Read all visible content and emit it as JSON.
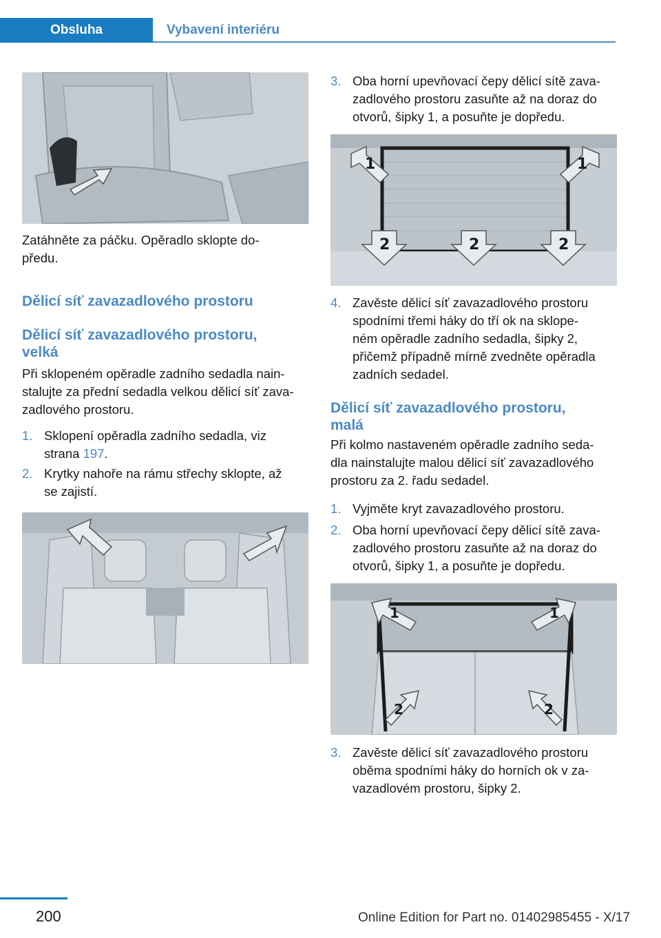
{
  "header": {
    "tab_active": "Obsluha",
    "tab_section": "Vybavení interiéru"
  },
  "left": {
    "caption": "Zatáhněte za páčku. Opěradlo sklopte do-\npředu.",
    "heading_main": "Dělicí síť zavazadlového prostoru",
    "heading_sub_line1": "Dělicí síť zavazadlového prostoru,",
    "heading_sub_line2": "velká",
    "intro": "Při sklopeném opěradle zadního sedadla nain-\nstalujte za přední sedadla velkou dělicí síť zava-\nzadlového prostoru.",
    "steps": [
      {
        "num": "1.",
        "text_a": "Sklopení opěradla zadního sedadla, viz\nstrana ",
        "link": "197",
        "text_b": "."
      },
      {
        "num": "2.",
        "text": "Krytky nahoře na rámu střechy sklopte, až\nse zajistí."
      }
    ]
  },
  "right": {
    "steps_top": [
      {
        "num": "3.",
        "text": "Oba horní upevňovací čepy dělicí sítě zava-\nzadlového prostoru zasuňte až na doraz do\notvorů, šipky 1, a posuňte je dopředu."
      },
      {
        "num": "4.",
        "text": "Zavěste dělicí síť zavazadlového prostoru\nspodními třemi háky do tří ok na sklope-\nném opěradle zadního sedadla, šipky 2,\npřičemž případně mírně zvedněte opěradla\nzadních sedadel."
      }
    ],
    "heading_sub_line1": "Dělicí síť zavazadlového prostoru,",
    "heading_sub_line2": "malá",
    "intro": "Při kolmo nastaveném opěradle zadního seda-\ndla nainstalujte malou dělicí síť zavazadlového\nprostoru za 2. řadu sedadel.",
    "steps_bottom": [
      {
        "num": "1.",
        "text": "Vyjměte kryt zavazadlového prostoru."
      },
      {
        "num": "2.",
        "text": "Oba horní upevňovací čepy dělicí sítě zava-\nzadlového prostoru zasuňte až na doraz do\notvorů, šipky 1, a posuňte je dopředu."
      },
      {
        "num": "3.",
        "text": "Zavěste dělicí síť zavazadlového prostoru\noběma spodními háky do horních ok v za-\nvazadlovém prostoru, šipky 2."
      }
    ]
  },
  "figures": {
    "arrow_label_1": "1",
    "arrow_label_2": "2"
  },
  "footer": {
    "page_number": "200",
    "edition": "Online Edition for Part no. 01402985455 - X/17"
  },
  "colors": {
    "accent": "#1a7cc1",
    "heading": "#4a8ac4",
    "figure_bg": "#c6cdd3"
  }
}
